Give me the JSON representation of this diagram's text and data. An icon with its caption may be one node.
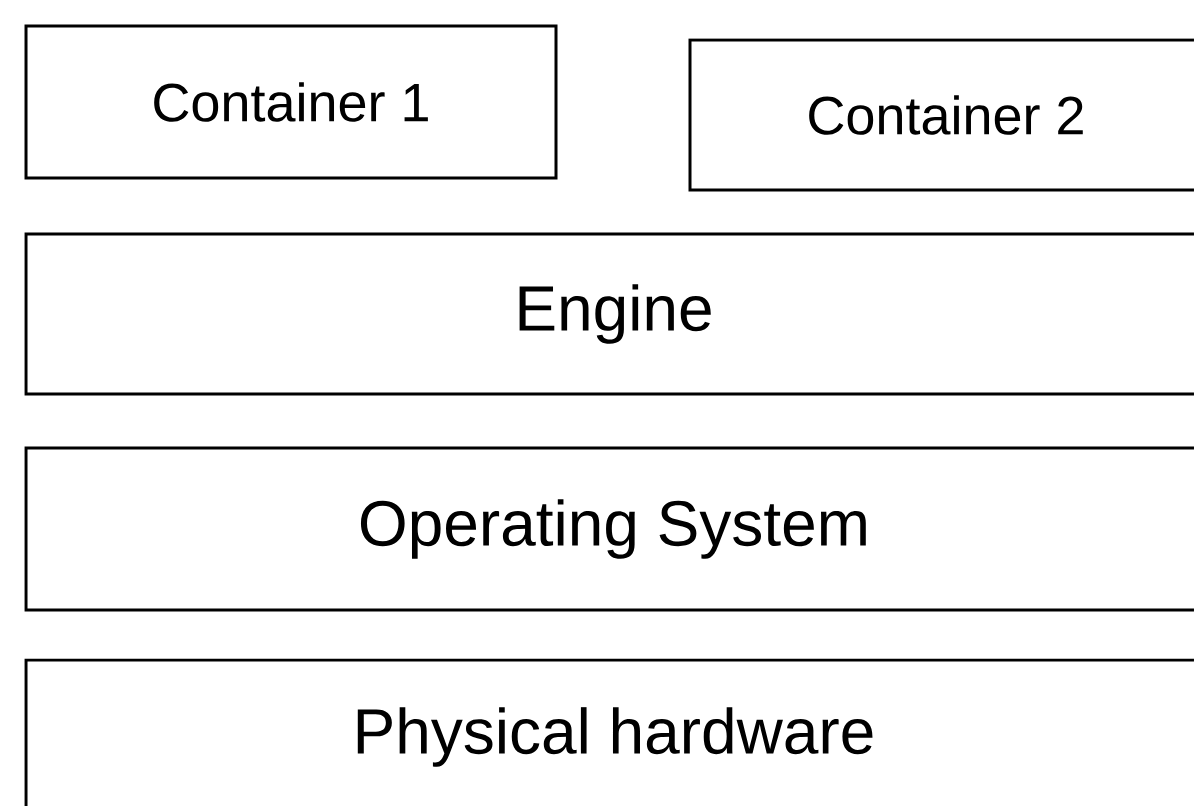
{
  "diagram": {
    "nodes": [
      {
        "text": [
          "Container 1"
        ]
      },
      {
        "text": [
          "Container 2"
        ]
      },
      {
        "text": [
          "Engine"
        ]
      },
      {
        "text": [
          "Operating System"
        ]
      },
      {
        "text": [
          "Physical hardware"
        ]
      }
    ]
  }
}
